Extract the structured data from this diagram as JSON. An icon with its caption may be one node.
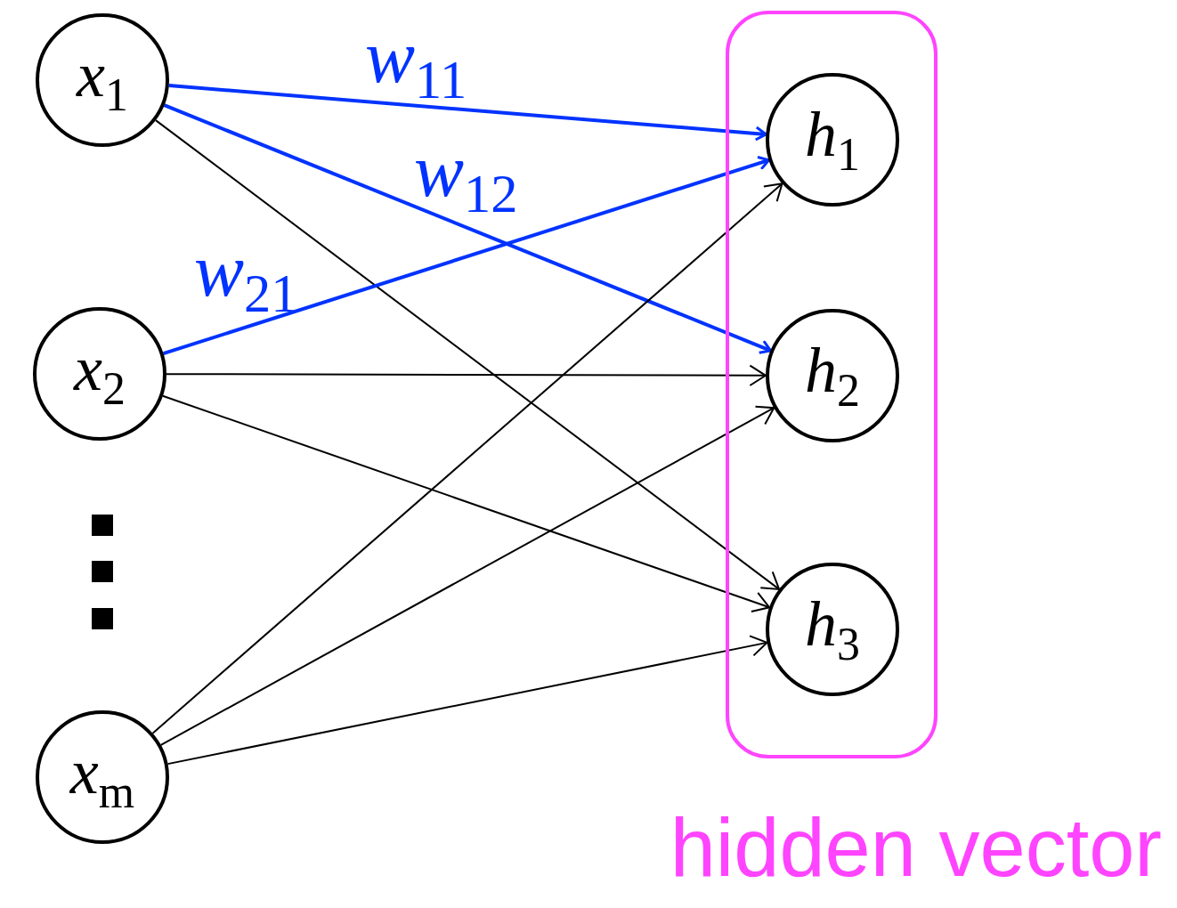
{
  "diagram": {
    "nodes": [
      {
        "text": [
          "*x*$_{1}$"
        ]
      },
      {
        "text": [
          "*x*$_{2}$"
        ]
      },
      {
        "text": [
          "*x*$_{m}$"
        ]
      },
      {
        "text": [
          "hidden vector"
        ]
      },
      {
        "text": [
          "*h*$_{1}$"
        ],
        "in": 3
      },
      {
        "text": [
          "*h*$_{2}$"
        ],
        "in": 3
      },
      {
        "text": [
          "*h*$_{3}$"
        ],
        "in": 3
      }
    ],
    "edges": [
      {
        "from": 0,
        "to": 4,
        "arrow": "to",
        "label": "*w*$_{11}$",
        "style": "thick",
        "color": "#0033ff"
      },
      {
        "from": 0,
        "to": 5,
        "arrow": "to",
        "label": "*w*$_{12}$",
        "style": "thick",
        "color": "#0033ff"
      },
      {
        "from": 0,
        "to": 6,
        "arrow": "to"
      },
      {
        "from": 1,
        "to": 4,
        "arrow": "to",
        "label": "*w*$_{21}$",
        "style": "thick",
        "color": "#0033ff"
      },
      {
        "from": 1,
        "to": 5,
        "arrow": "to"
      },
      {
        "from": 1,
        "to": 6,
        "arrow": "to"
      },
      {
        "from": 2,
        "to": 4,
        "arrow": "to"
      },
      {
        "from": 2,
        "to": 5,
        "arrow": "to"
      },
      {
        "from": 2,
        "to": 6,
        "arrow": "to"
      }
    ]
  }
}
